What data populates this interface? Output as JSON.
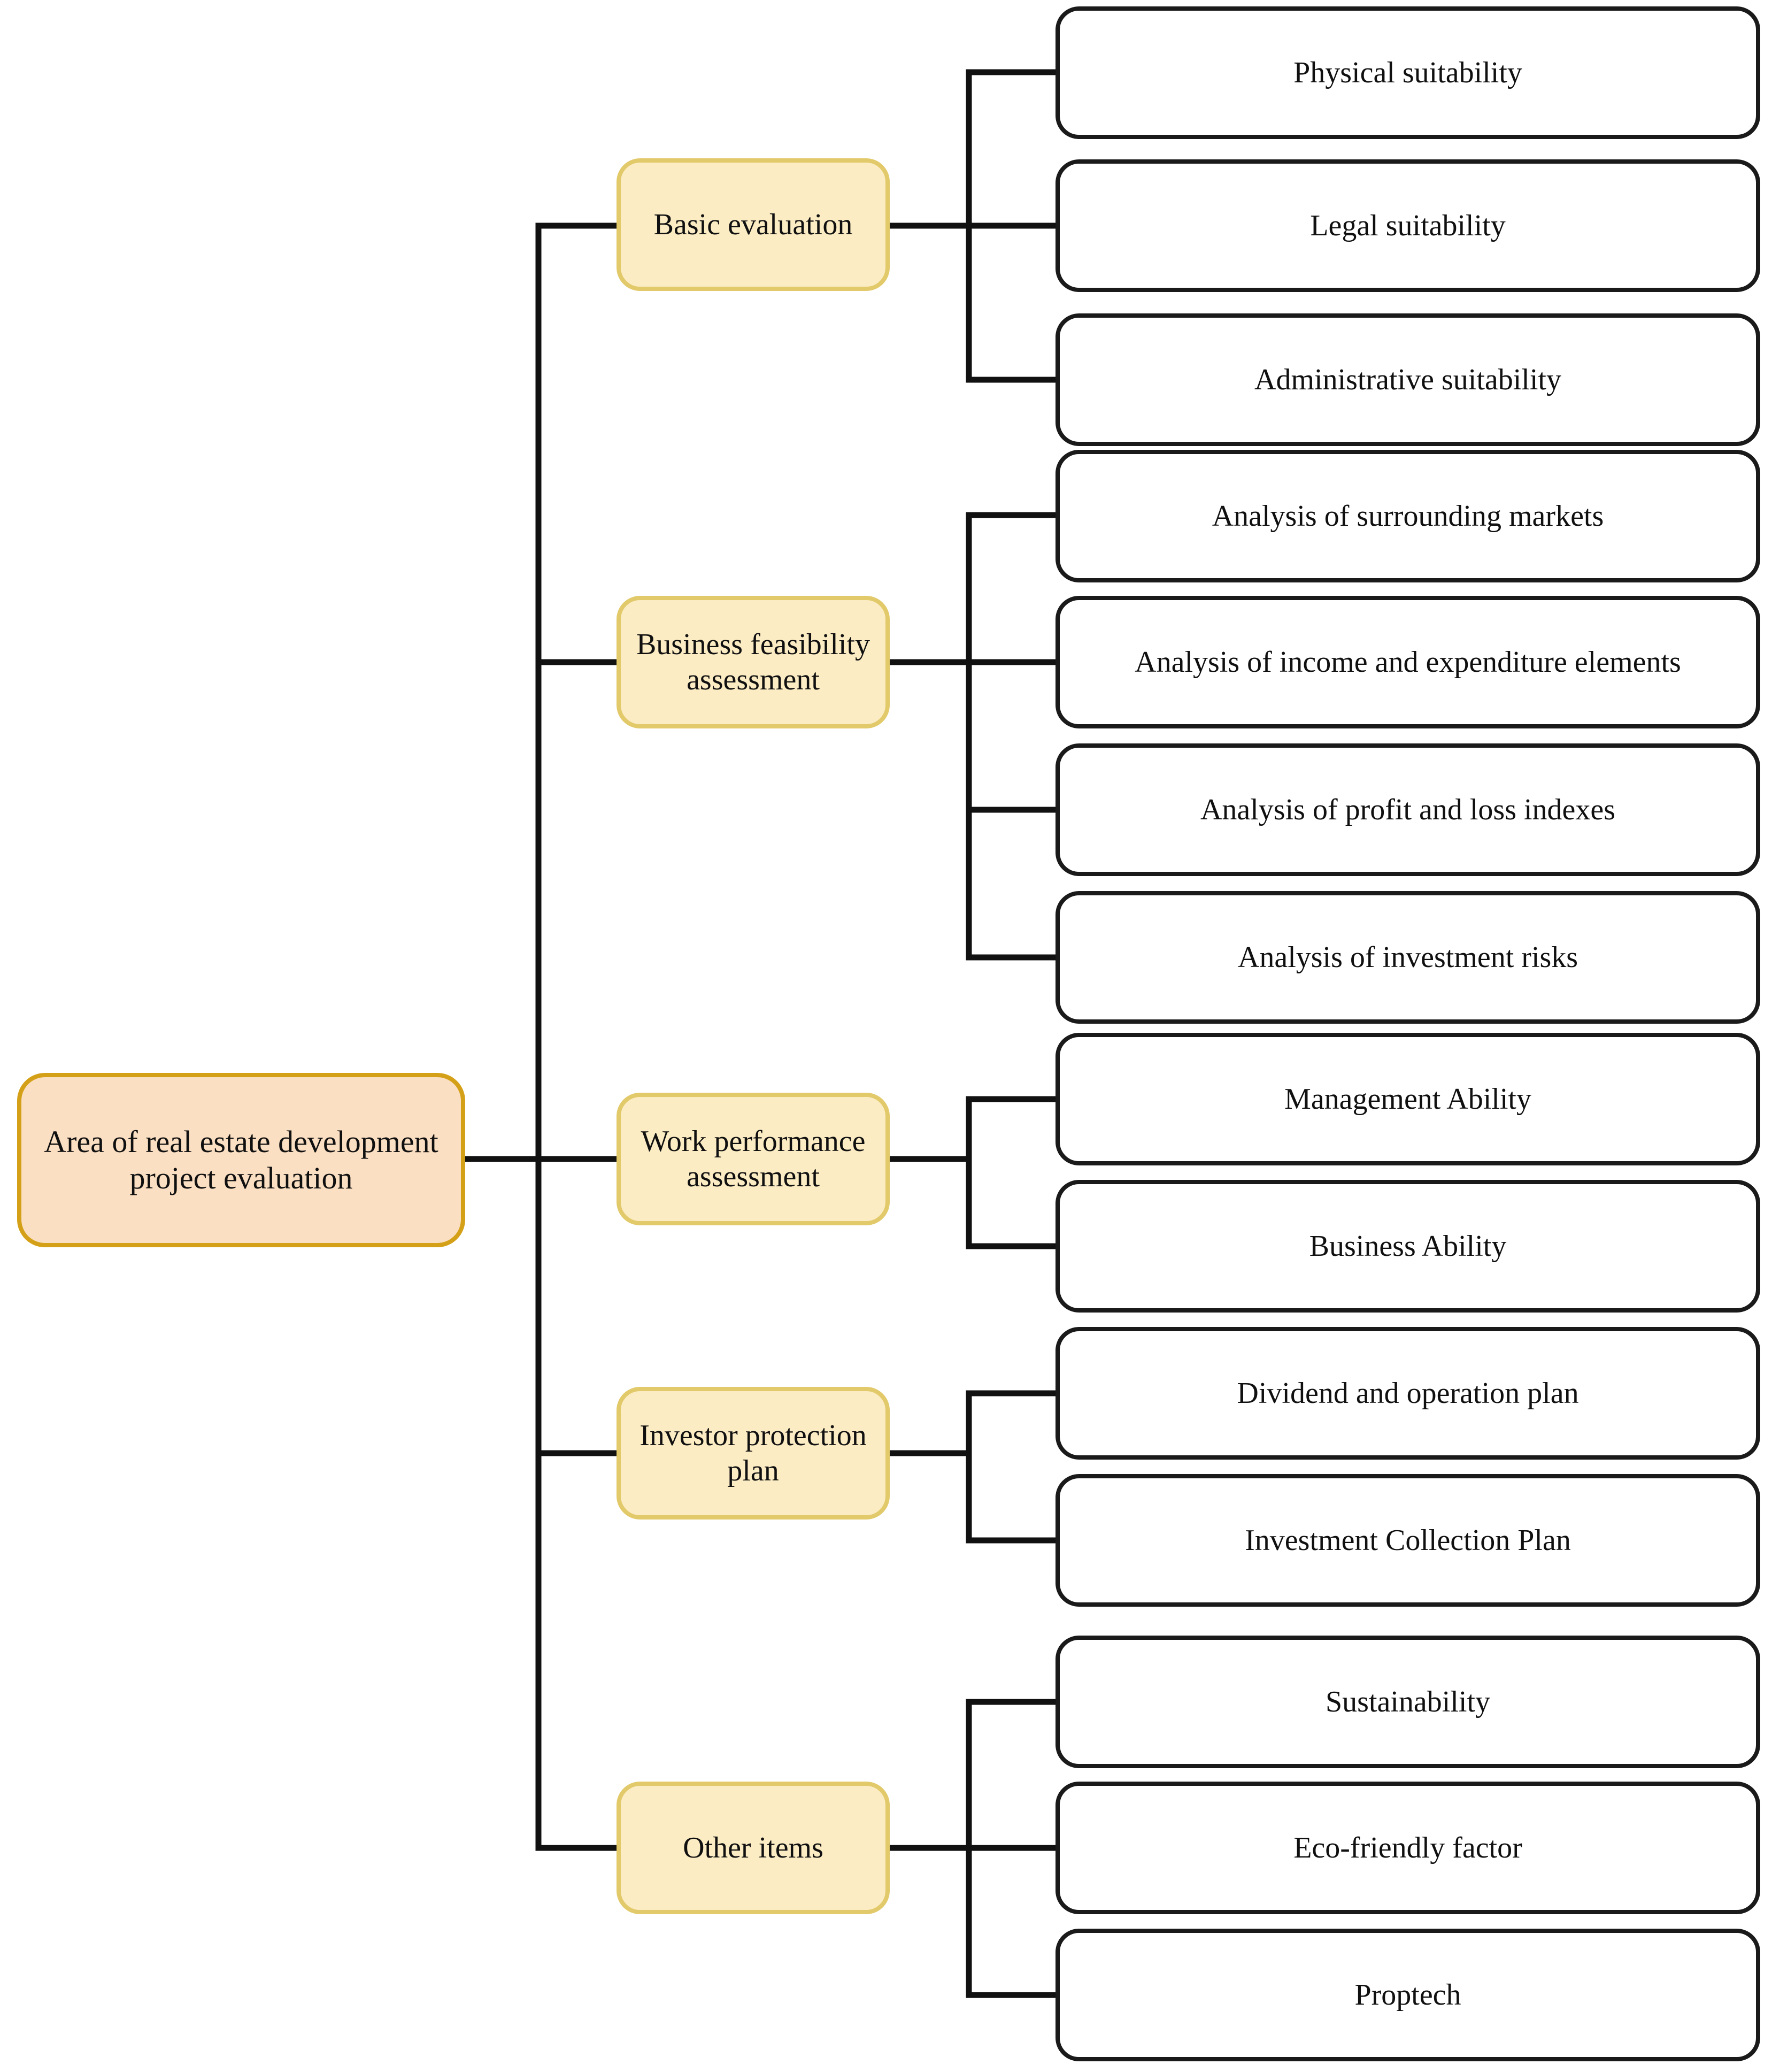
{
  "diagram": {
    "type": "hierarchy-tree",
    "orientation": "left-to-right",
    "colors": {
      "root_fill": "#FBDFC2",
      "root_border": "#D4A017",
      "branch_fill": "#FBECC4",
      "branch_border": "#E2C96A",
      "leaf_fill": "#FFFFFF",
      "leaf_border": "#1A1A1A",
      "connector": "#111111",
      "text": "#101010",
      "background": "#FFFFFF"
    },
    "root": {
      "label": "Area of real estate development project evaluation"
    },
    "branches": [
      {
        "label": "Basic evaluation",
        "children": [
          {
            "label": "Physical suitability"
          },
          {
            "label": "Legal suitability"
          },
          {
            "label": "Administrative suitability"
          }
        ]
      },
      {
        "label": "Business feasibility assessment",
        "children": [
          {
            "label": "Analysis of surrounding markets"
          },
          {
            "label": "Analysis of income and expenditure elements"
          },
          {
            "label": "Analysis of profit and loss indexes"
          },
          {
            "label": "Analysis of investment risks"
          }
        ]
      },
      {
        "label": "Work performance assessment",
        "children": [
          {
            "label": "Management Ability"
          },
          {
            "label": "Business Ability"
          }
        ]
      },
      {
        "label": "Investor protection plan",
        "children": [
          {
            "label": "Dividend and operation plan"
          },
          {
            "label": "Investment Collection Plan"
          }
        ]
      },
      {
        "label": "Other items",
        "children": [
          {
            "label": "Sustainability"
          },
          {
            "label": "Eco-friendly factor"
          },
          {
            "label": "Proptech"
          }
        ]
      }
    ]
  }
}
